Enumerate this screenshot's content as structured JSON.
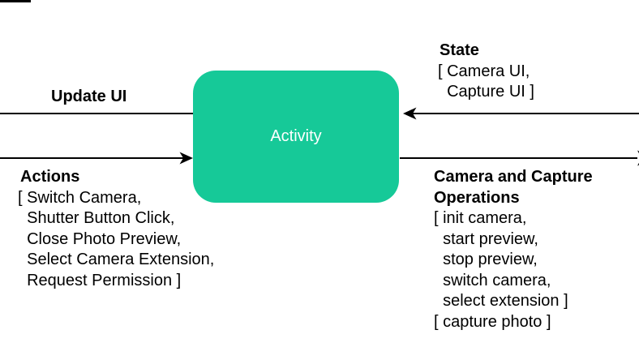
{
  "colors": {
    "background": "#ffffff",
    "node_fill": "#16C998",
    "node_text": "#ffffff",
    "connector": "#000000",
    "text": "#000000"
  },
  "node": {
    "label": "Activity"
  },
  "labels": {
    "update_ui": "Update UI",
    "state_title": "State",
    "state_items": [
      "[ Camera UI,",
      "  Capture UI ]"
    ],
    "actions_title": "Actions",
    "actions_items": [
      "[ Switch Camera,",
      "  Shutter Button Click,",
      "  Close Photo Preview,",
      "  Select Camera Extension,",
      "  Request Permission ]"
    ],
    "operations_title": "Camera and Capture Operations",
    "operations_items": [
      "[ init camera,",
      "  start preview,",
      "  stop preview,",
      "  switch camera,",
      "  select extension ]",
      "[ capture photo ]"
    ]
  }
}
